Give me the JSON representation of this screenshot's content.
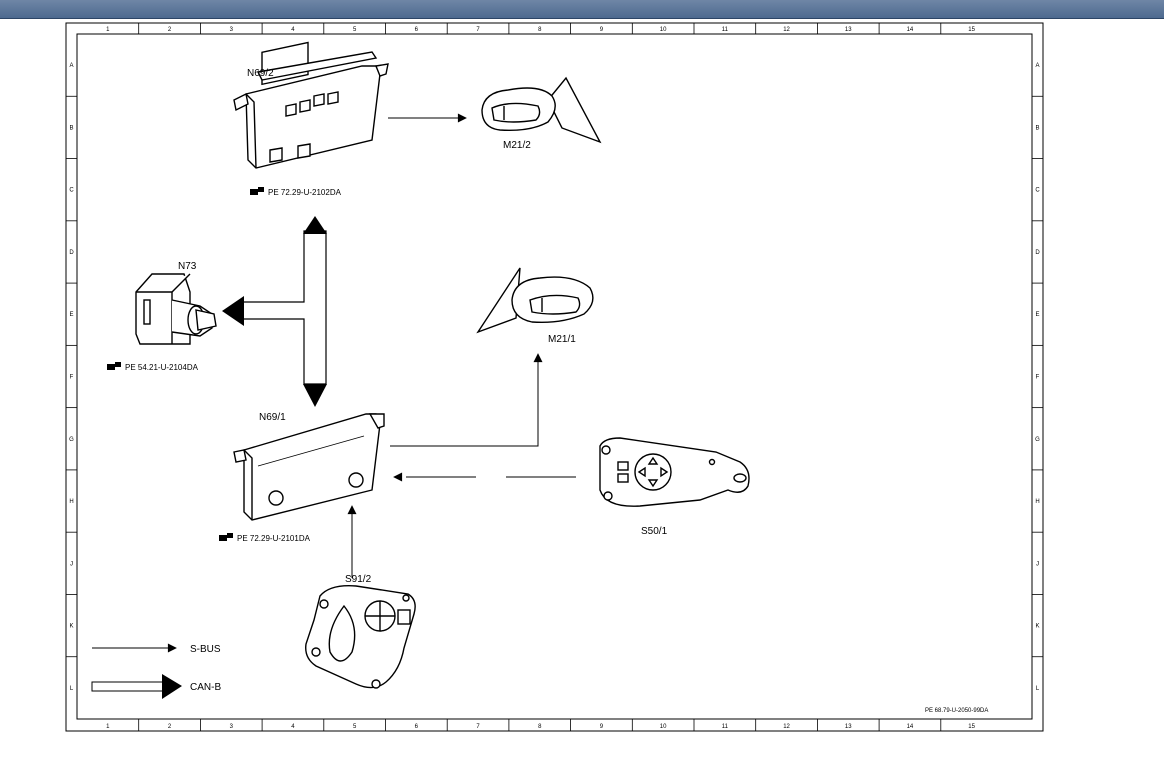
{
  "title_bar": {},
  "grid": {
    "columns": [
      "1",
      "2",
      "3",
      "4",
      "5",
      "6",
      "7",
      "8",
      "9",
      "10",
      "11",
      "12",
      "13",
      "14",
      "15"
    ],
    "rows": [
      "A",
      "B",
      "C",
      "D",
      "E",
      "F",
      "G",
      "H",
      "J",
      "K",
      "L"
    ]
  },
  "components": {
    "n69_2": {
      "label": "N69/2",
      "ref": "PE 72.29-U-2102DA"
    },
    "m21_2": {
      "label": "M21/2"
    },
    "n73": {
      "label": "N73",
      "ref": "PE 54.21-U-2104DA"
    },
    "m21_1": {
      "label": "M21/1"
    },
    "n69_1": {
      "label": "N69/1",
      "ref": "PE 72.29-U-2101DA"
    },
    "s50_1": {
      "label": "S50/1"
    },
    "s91_2": {
      "label": "S91/2"
    }
  },
  "legend": {
    "sbus": "S-BUS",
    "canb": "CAN-B"
  },
  "footer_ref": "PE 68.79-U-2050-99DA",
  "icons": {
    "reference": "hand-pointer-icon"
  }
}
